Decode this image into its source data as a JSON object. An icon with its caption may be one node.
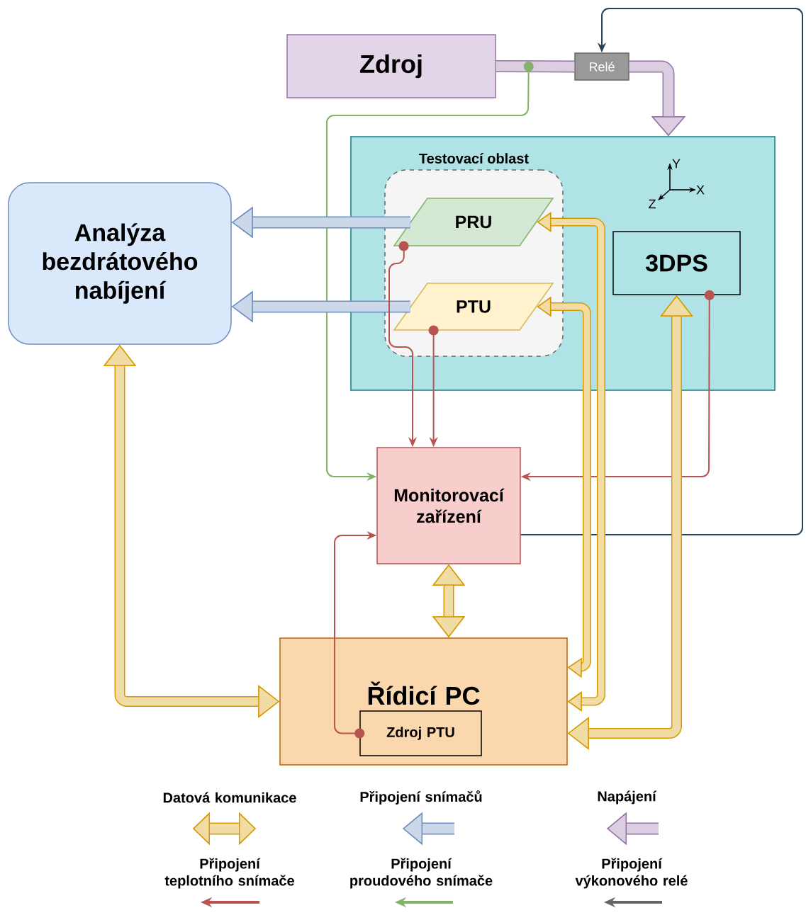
{
  "diagram": {
    "nodes": [
      {
        "text": [
          "Zdroj"
        ]
      },
      {
        "text": [
          "Relé"
        ]
      },
      {
        "text": [],
        "shape": "box"
      },
      {
        "text": [
          "Testovací oblast"
        ],
        "in": 2
      },
      {
        "text": [
          "PRU"
        ],
        "in": 3
      },
      {
        "text": [
          "PTU"
        ],
        "in": 3
      },
      {
        "text": [
          "3DPS"
        ],
        "in": 2
      },
      {
        "text": [
          "Analýza bezdrátového nabíjení"
        ]
      },
      {
        "text": [
          "Monitorovací zařízení"
        ]
      },
      {
        "text": [
          "Řídicí PC"
        ]
      },
      {
        "text": [
          "Zdroj PTU"
        ],
        "in": 9
      }
    ],
    "edges": [
      {
        "from": 0,
        "to": 1,
        "arrow": "none",
        "color": "#9673a6"
      },
      {
        "from": 1,
        "to": 2,
        "arrow": "to",
        "color": "#9673a6"
      },
      {
        "from": 0,
        "to": 8,
        "arrow": "to",
        "color": "#82b366"
      },
      {
        "from": 8,
        "to": 1,
        "arrow": "to",
        "color": "#23445d"
      },
      {
        "from": 4,
        "to": 7,
        "arrow": "to",
        "color": "#6c8ebf"
      },
      {
        "from": 5,
        "to": 7,
        "arrow": "to",
        "color": "#6c8ebf"
      },
      {
        "from": 4,
        "to": 8,
        "arrow": "to",
        "color": "#b85450"
      },
      {
        "from": 5,
        "to": 8,
        "arrow": "to",
        "color": "#b85450"
      },
      {
        "from": 6,
        "to": 8,
        "arrow": "to",
        "color": "#b85450"
      },
      {
        "from": 10,
        "to": 8,
        "arrow": "to",
        "color": "#b85450"
      },
      {
        "from": 7,
        "to": 9,
        "arrow": "both",
        "color": "#d79b00"
      },
      {
        "from": 8,
        "to": 9,
        "arrow": "both",
        "color": "#d79b00"
      },
      {
        "from": 9,
        "to": 4,
        "arrow": "both",
        "color": "#d79b00"
      },
      {
        "from": 9,
        "to": 5,
        "arrow": "both",
        "color": "#d79b00"
      },
      {
        "from": 9,
        "to": 6,
        "arrow": "both",
        "color": "#d79b00"
      }
    ],
    "labels": [
      "Y",
      "X",
      "Z"
    ],
    "legend": [
      {
        "text": "Datová komunikace"
      },
      {
        "text": "Připojení snímačů"
      },
      {
        "text": "Napájení"
      },
      {
        "text": "Připojení teplotního snímače"
      },
      {
        "text": "Připojení proudového snímače"
      },
      {
        "text": "Připojení výkonového relé"
      }
    ]
  }
}
